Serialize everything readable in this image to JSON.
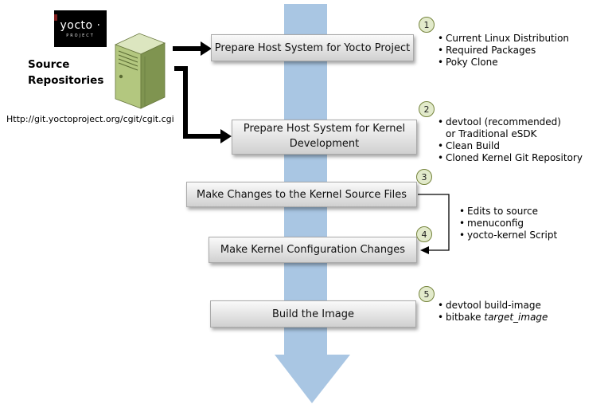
{
  "diagram": {
    "logo": {
      "name": "yocto",
      "dot": "·",
      "subtitle": "PROJECT"
    },
    "source": {
      "title_line1": "Source",
      "title_line2": "Repositories",
      "url": "Http://git.yoctoproject.org/cgit/cgit.cgi"
    },
    "boxes": {
      "b1": "Prepare Host System for Yocto Project",
      "b2": "Prepare Host System for Kernel Development",
      "b3": "Make Changes to the Kernel Source Files",
      "b4": "Make Kernel Configuration Changes",
      "b5": "Build the Image"
    },
    "badges": {
      "n1": "1",
      "n2": "2",
      "n3": "3",
      "n4": "4",
      "n5": "5"
    },
    "lists": {
      "step1": [
        "Current Linux Distribution",
        "Required Packages",
        "Poky Clone"
      ],
      "step2": [
        "devtool (recommended) or Traditional eSDK",
        "Clean Build",
        "Cloned Kernel Git Repository"
      ],
      "step34": [
        "Edits to source",
        "menuconfig",
        "yocto-kernel Script"
      ],
      "step5_item1": "devtool build-image",
      "step5_item2_prefix": "bitbake ",
      "step5_item2_italic": "target_image"
    },
    "colors": {
      "flow_arrow_blue": "#A9C6E3",
      "box_gray_top": "#fafafa",
      "box_gray_bottom": "#d0d0d0",
      "badge_fill": "#e2eacb",
      "badge_border": "#75843c",
      "server_front": "#b3c77f",
      "server_top": "#dce6c0",
      "server_side": "#7f9450",
      "connector_black": "#000000"
    }
  }
}
